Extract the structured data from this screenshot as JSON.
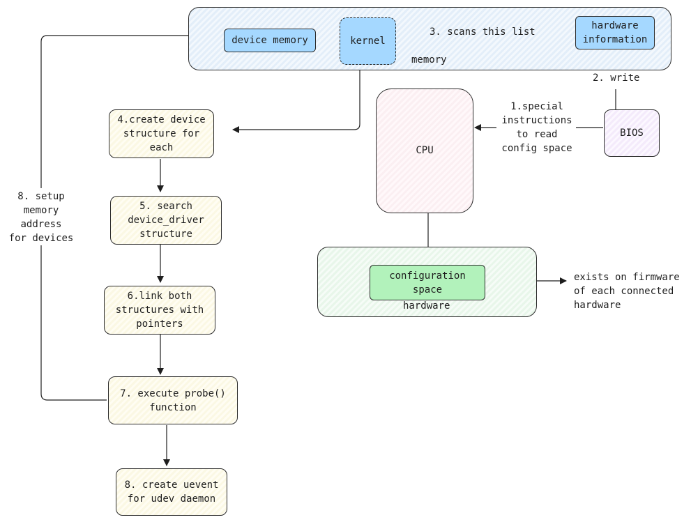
{
  "colors": {
    "stroke": "#2b2b2b",
    "blue_fill": "#a5d8ff",
    "green_fill": "#b2f2bb"
  },
  "containers": {
    "memory": "memory",
    "hardware": "hardware"
  },
  "nodes": {
    "device_memory": "device memory",
    "kernel": "kernel",
    "hardware_information": "hardware\ninformation",
    "cpu": "CPU",
    "bios": "BIOS",
    "configuration_space": "configuration\nspace",
    "create_device_structure": "4.create device\nstructure for\neach",
    "search_device_driver": "5. search\ndevice_driver\nstructure",
    "link_structures": "6.link both\nstructures with\npointers",
    "execute_probe": "7. execute probe()\nfunction",
    "create_uevent": "8. create uevent\nfor udev daemon"
  },
  "edge_labels": {
    "scans_list": "3. scans this list",
    "write": "2. write",
    "special_instructions": "1.special\ninstructions\nto read\nconfig space",
    "setup_memory": "8. setup\nmemory\naddress\nfor devices",
    "firmware_note": "exists on firmware\nof each connected\nhardware"
  }
}
